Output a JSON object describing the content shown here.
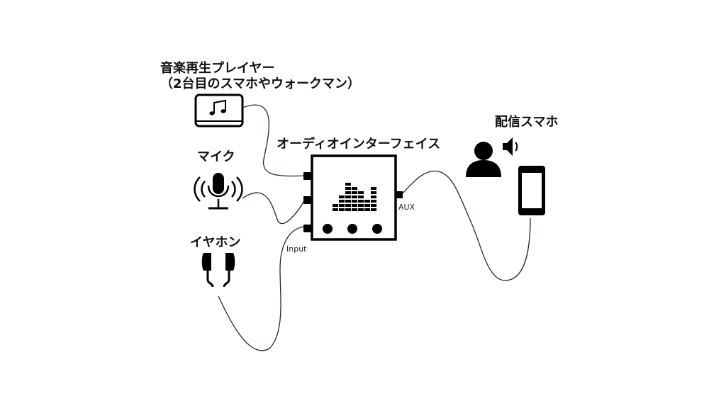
{
  "labels": {
    "player_line1": "音楽再生プレイヤー",
    "player_line2": "（2台目のスマホやウォークマン）",
    "mic": "マイク",
    "earphones": "イヤホン",
    "interface": "オーディオインターフェイス",
    "phone": "配信スマホ",
    "input": "Input",
    "aux": "AUX"
  },
  "icons": [
    "music-note-icon",
    "microphone-icon",
    "earphones-icon",
    "person-icon",
    "speaker-icon",
    "smartphone-icon"
  ]
}
